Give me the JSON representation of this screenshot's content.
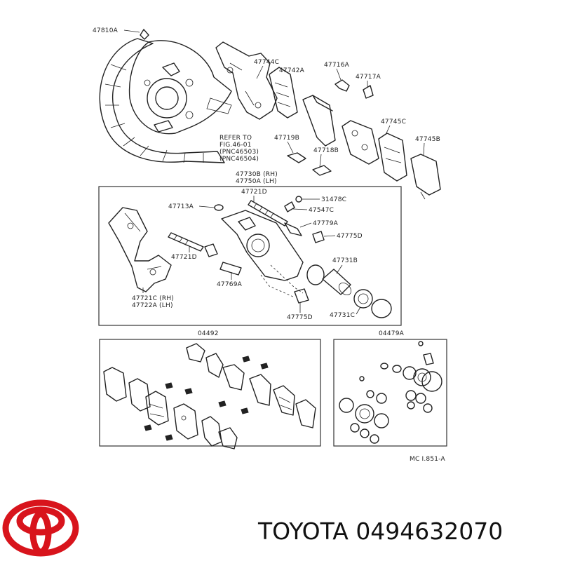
{
  "labels": {
    "l47810A": "47810A",
    "l47744C": "47744C",
    "l47742A": "47742A",
    "l47716A": "47716A",
    "l47717A": "47717A",
    "l47745C": "47745C",
    "l47745B": "47745B",
    "l47719B": "47719B",
    "l47718B": "47718B",
    "refer1": "REFER TO",
    "refer2": "FIG.46-01",
    "refer3": "(PNC46503)",
    "refer4": "(PNC46504)",
    "l47730B": "47730B (RH)",
    "l47750A": "47750A (LH)",
    "l47721D_top": "47721D",
    "l31478C": "31478C",
    "l47713A": "47713A",
    "l47547C": "47547C",
    "l47779A": "47779A",
    "l47775D_right": "47775D",
    "l47721D_left": "47721D",
    "l47731B": "47731B",
    "l47769A": "47769A",
    "l47721C": "47721C (RH)",
    "l47722A": "47722A (LH)",
    "l47775D_bottom": "47775D",
    "l47731C": "47731C",
    "l04492": "04492",
    "l04479A": "04479A",
    "figcode": "MC I.851-A"
  },
  "brand": {
    "text": "TOYOTA 0494632070",
    "logo": "toyota-logo",
    "logo_color": "#d8141c"
  }
}
